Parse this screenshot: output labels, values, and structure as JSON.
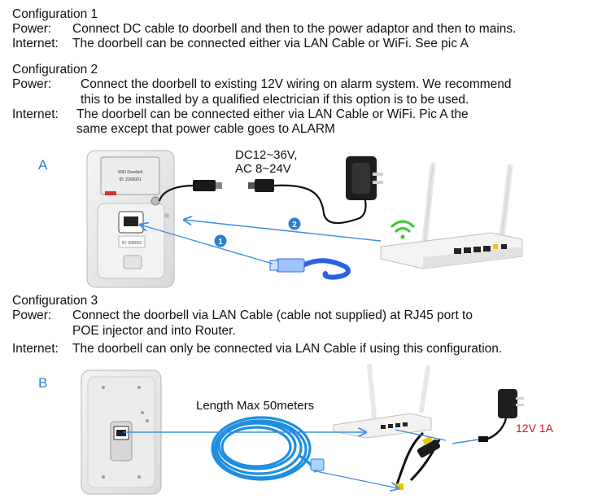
{
  "config1": {
    "heading": "Configuration 1",
    "power_label": "Power:",
    "power_text": "Connect DC cable to doorbell and then to the power adaptor and then to mains.",
    "internet_label": "Internet:",
    "internet_text": "The doorbell can be connected either via LAN Cable or WiFi. See pic A"
  },
  "config2": {
    "heading": "Configuration 2",
    "power_label": "Power:",
    "power_text_1": "Connect the doorbell to existing 12V wiring on alarm system. We recommend",
    "power_text_2": "this to be installed by a qualified electrician if this option is to be used.",
    "internet_label": "Internet:",
    "internet_text_1": "The doorbell can be connected either via LAN Cable or WiFi.  Pic A the",
    "internet_text_2": "same except that power cable goes to ALARM"
  },
  "config3": {
    "heading": "Configuration 3",
    "power_label": "Power:",
    "power_text_1": "Connect the doorbell via LAN Cable (cable not supplied) at RJ45 port to",
    "power_text_2": "POE injector and into Router.",
    "internet_label": "Internet:",
    "internet_text": "The doorbell can only be connected via LAN Cable if using this configuration."
  },
  "diagram_a": {
    "letter": "A",
    "voltage_line_1": "DC12~36V,",
    "voltage_line_2": "AC 8~24V",
    "marker_1": "1",
    "marker_2": "2",
    "panel_text_1": "WiFi Doorbell",
    "panel_text_2": "ID: 2000001",
    "sticker_text": "ID: 000001"
  },
  "diagram_b": {
    "letter": "B",
    "cable_length": "Length Max 50meters",
    "adapter_rating": "12V 1A"
  },
  "colors": {
    "letter_blue": "#2b7fd0",
    "arrow_blue": "#3f8fe0",
    "cable_blue": "#2a5fe8",
    "wifi_green": "#46c83a",
    "rating_red": "#e0101a"
  }
}
